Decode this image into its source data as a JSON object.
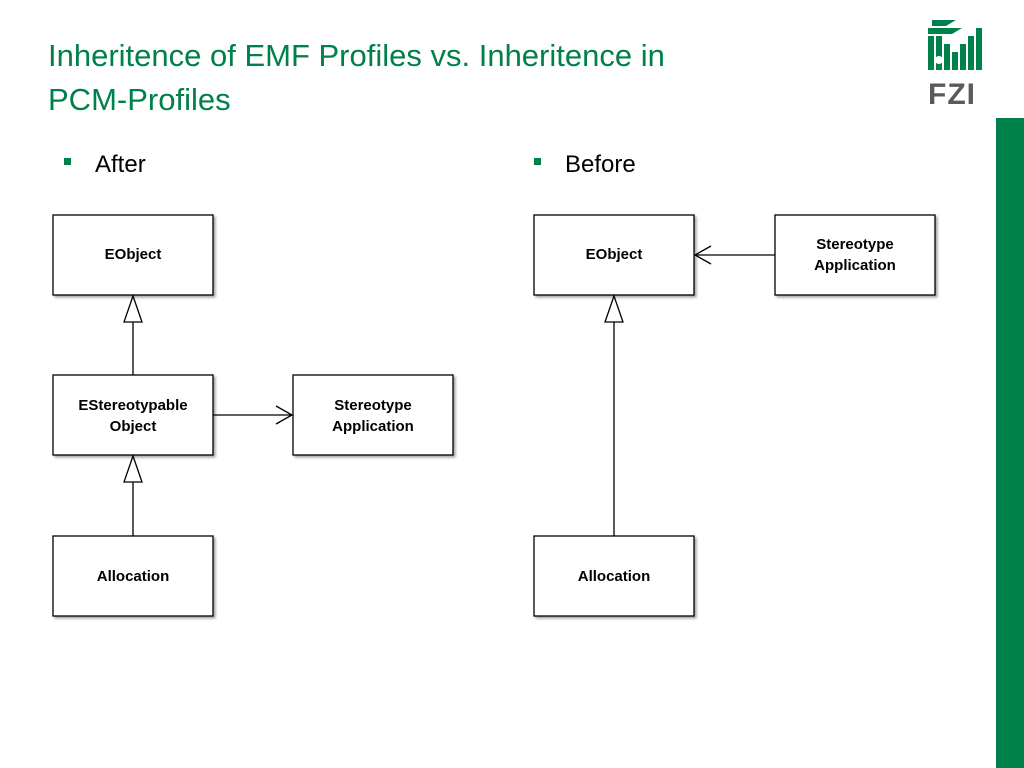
{
  "title": {
    "line1": "Inheritence of EMF Profiles vs. Inheritence in",
    "line2": "PCM-Profiles"
  },
  "logo": {
    "text": "FZI"
  },
  "colors": {
    "accent": "#00804a",
    "logo_gray": "#5a5a5a"
  },
  "bullets": {
    "after": "After",
    "before": "Before"
  },
  "diagram_after": {
    "eobject": "EObject",
    "estereotypable_line1": "EStereotypable",
    "estereotypable_line2": "Object",
    "stereotype_line1": "Stereotype",
    "stereotype_line2": "Application",
    "allocation": "Allocation"
  },
  "diagram_before": {
    "eobject": "EObject",
    "stereotype_line1": "Stereotype",
    "stereotype_line2": "Application",
    "allocation": "Allocation"
  }
}
